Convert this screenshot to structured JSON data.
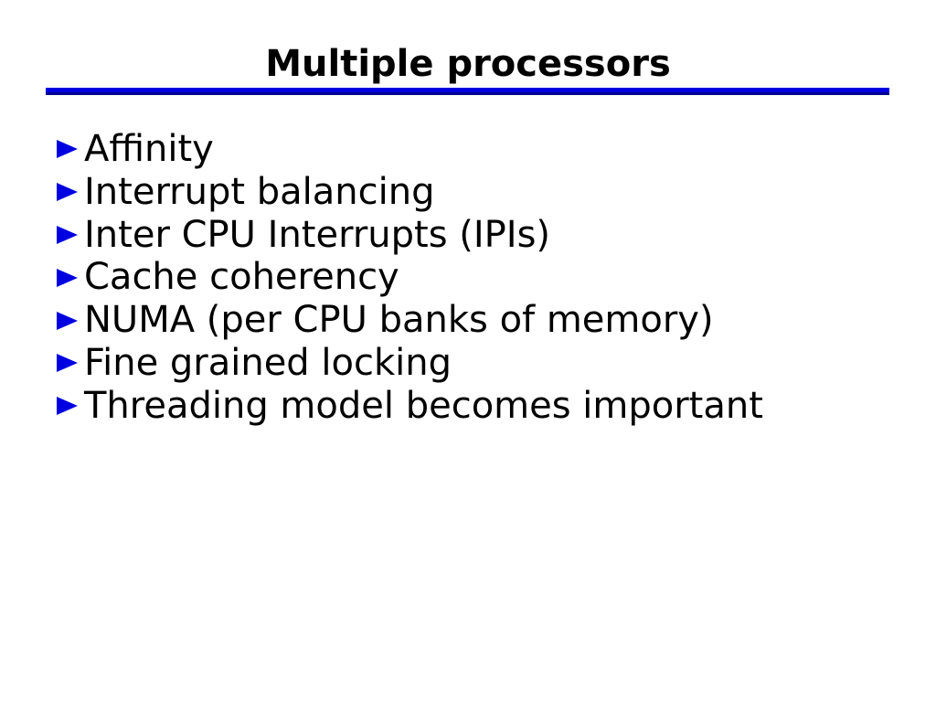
{
  "slide": {
    "title": "Multiple processors",
    "bullets": [
      "Affinity",
      "Interrupt balancing",
      "Inter CPU Interrupts (IPIs)",
      "Cache coherency",
      "NUMA (per CPU banks of memory)",
      "Fine grained locking",
      "Threading model becomes important"
    ],
    "icons": {
      "bullet": "right-pointing-triangle"
    },
    "colors": {
      "accent_blue": "#0000E0",
      "rule_dark_blue": "#000090",
      "text": "#000000",
      "background": "#FFFFFF"
    }
  }
}
